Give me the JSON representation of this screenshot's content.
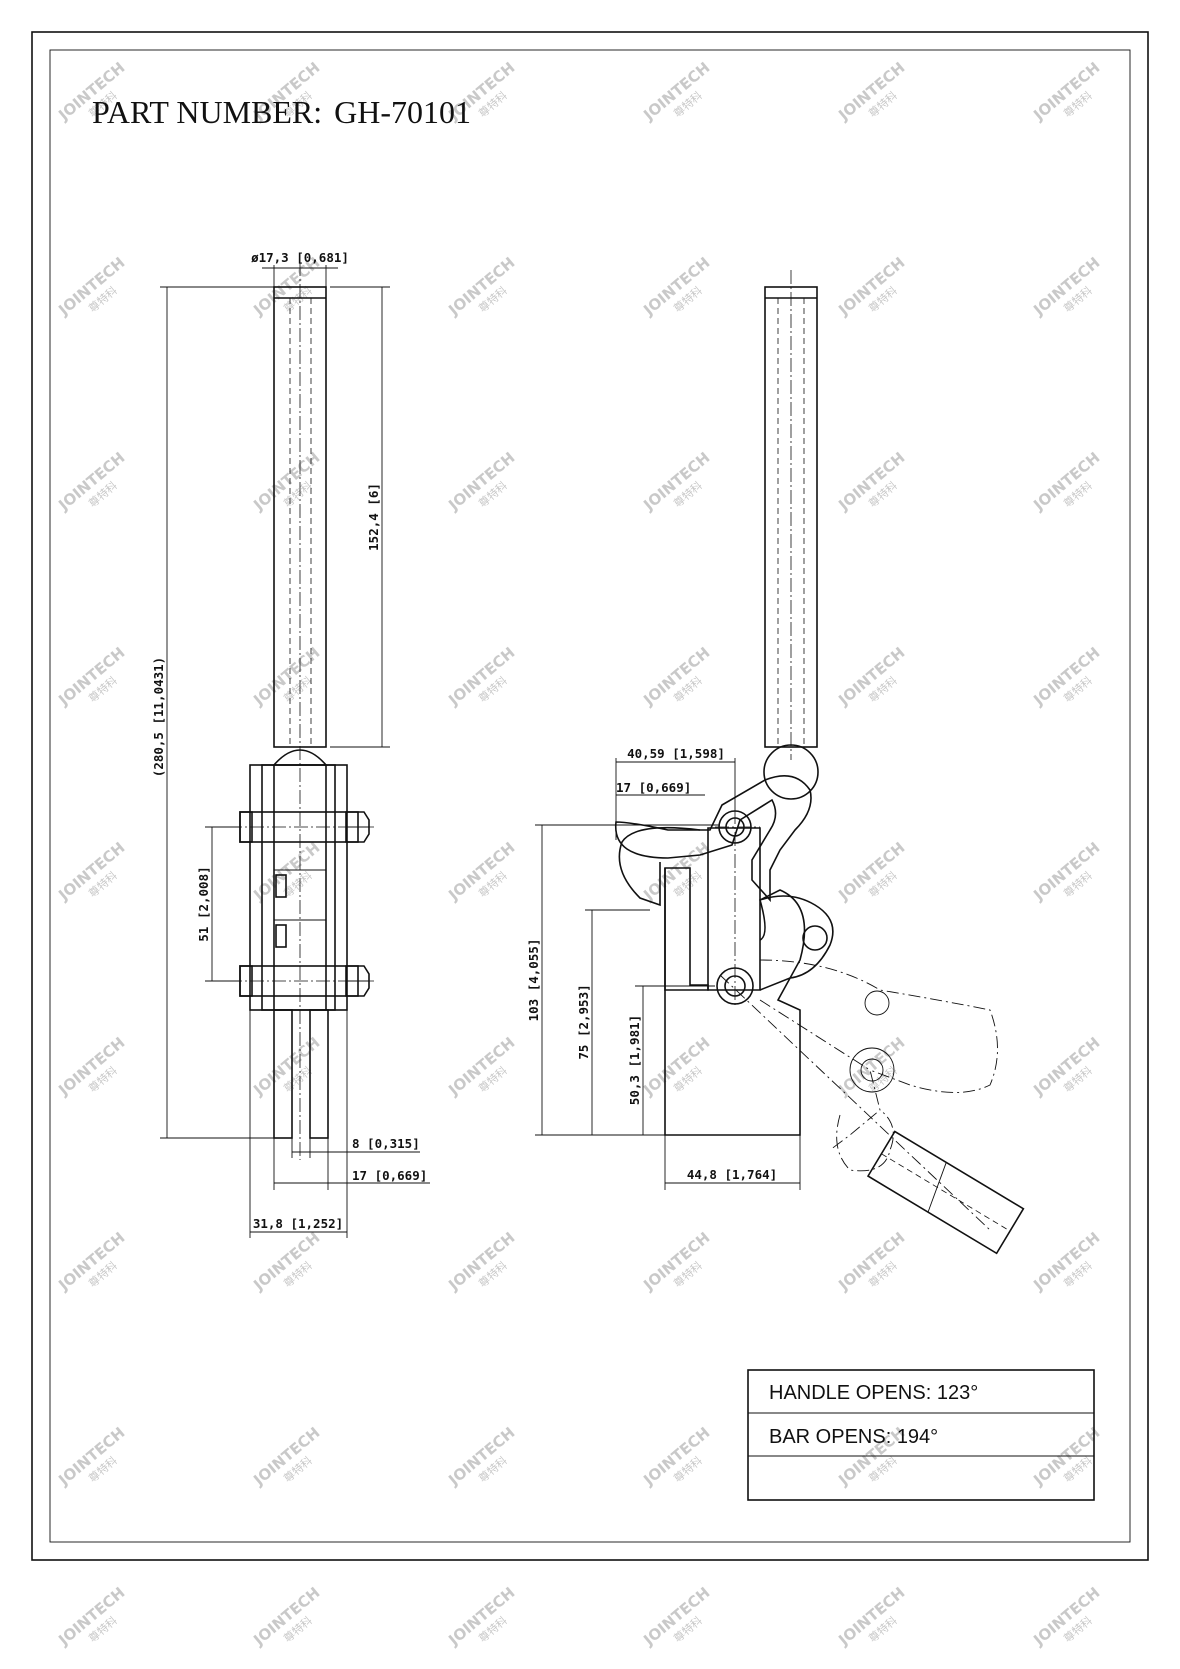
{
  "drawing": {
    "part_number_label": "PART NUMBER:",
    "part_number": "GH-70101",
    "watermark": {
      "brand": "JOINTECH",
      "local": "尊特科"
    }
  },
  "dimensions": {
    "diameter": "ø17,3 [0,681]",
    "handle_length": "152,4 [6]",
    "overall_height": "(280,5 [11,0431)",
    "bolt_spacing": "51 [2,008]",
    "bar_width": "8 [0,315]",
    "bar_span": "17 [0,669]",
    "base_width": "31,8 [1,252]",
    "pivot_offset": "40,59 [1,598]",
    "arm_offset": "17 [0,669]",
    "total_height": "103 [4,055]",
    "mid_height": "75 [2,953]",
    "pivot_height": "50,3 [1,981]",
    "mount_width": "44,8 [1,764]"
  },
  "specs": {
    "handle_opens": "HANDLE OPENS: 123°",
    "bar_opens": "BAR OPENS: 194°",
    "empty_row": ""
  }
}
